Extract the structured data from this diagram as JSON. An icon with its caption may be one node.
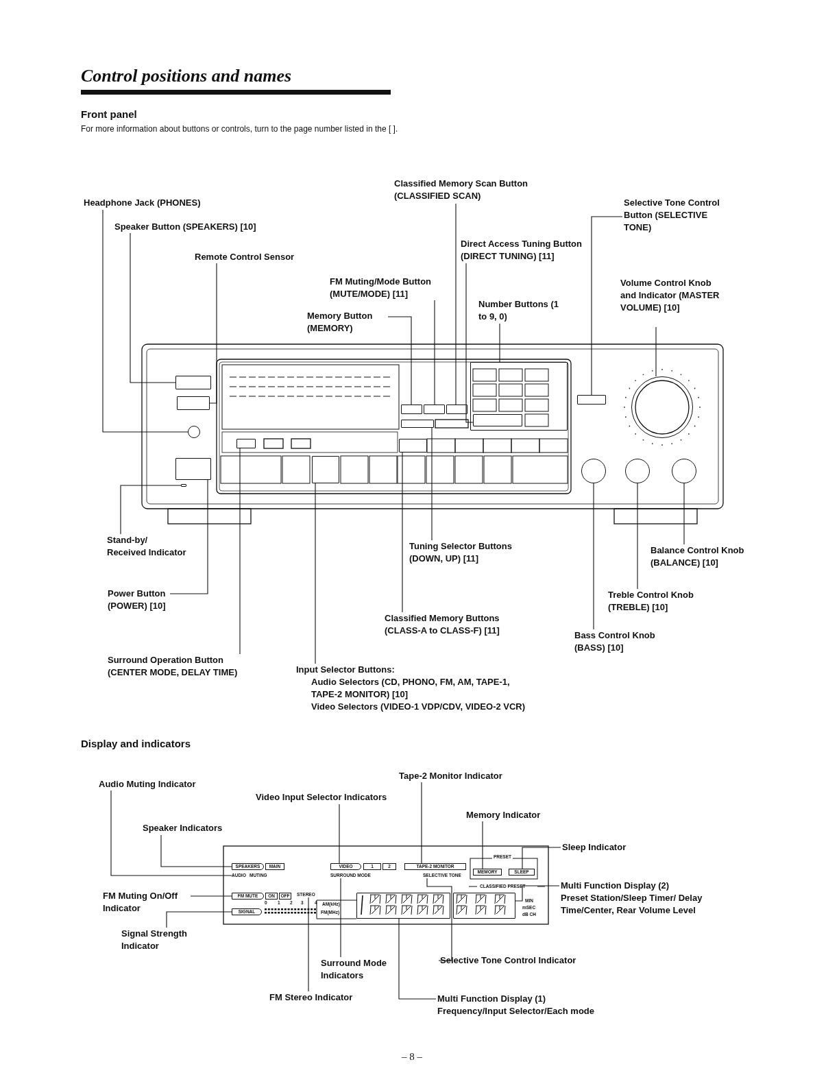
{
  "diagram": {
    "title": "Control positions and names",
    "nodes": [
      {
        "text": [
          "Classified Memory Scan Button (CLASSIFIED SCAN)"
        ]
      },
      {
        "text": [
          "Headphone Jack (PHONES)"
        ]
      },
      {
        "text": [
          "Selective Tone Control Button (SELECTIVE TONE)"
        ]
      },
      {
        "text": [
          "Speaker Button (SPEAKERS) [10]"
        ]
      },
      {
        "text": [
          "Direct Access Tuning Button (DIRECT TUNING) [11]"
        ]
      },
      {
        "text": [
          "Remote Control Sensor"
        ]
      },
      {
        "text": [
          "FM Muting/Mode Button (MUTE/MODE) [11]"
        ]
      },
      {
        "text": [
          "Volume Control Knob and Indicator (MASTER VOLUME) [10]"
        ]
      },
      {
        "text": [
          "Number Buttons (1 to 9, 0)"
        ]
      },
      {
        "text": [
          "Memory Button (MEMORY)"
        ]
      },
      {
        "text": [
          "Stand-by/ Received Indicator"
        ]
      },
      {
        "text": [
          "Tuning Selector Buttons (DOWN, UP) [11]"
        ]
      },
      {
        "text": [
          "Balance Control Knob (BALANCE) [10]"
        ]
      },
      {
        "text": [
          "Power Button (POWER) [10]"
        ]
      },
      {
        "text": [
          "Treble Control Knob (TREBLE) [10]"
        ]
      },
      {
        "text": [
          "Classified Memory Buttons (CLASS-A to CLASS-F) [11]"
        ]
      },
      {
        "text": [
          "Bass Control Knob (BASS) [10]"
        ]
      },
      {
        "text": [
          "Surround Operation Button (CENTER MODE, DELAY TIME)"
        ]
      },
      {
        "text": [
          "Input Selector Buttons:",
          "Audio Selectors (CD, PHONO, FM, AM, TAPE-1, TAPE-2 MONITOR) [10]",
          "Video Selectors (VIDEO-1 VDP/CDV, VIDEO-2 VCR)"
        ]
      },
      {
        "text": [
          "Tape-2 Monitor Indicator"
        ]
      },
      {
        "text": [
          "Audio Muting Indicator"
        ]
      },
      {
        "text": [
          "Video Input Selector Indicators"
        ]
      },
      {
        "text": [
          "Memory Indicator"
        ]
      },
      {
        "text": [
          "Speaker Indicators"
        ]
      },
      {
        "text": [
          "Sleep Indicator"
        ]
      },
      {
        "text": [
          "FM Muting On/Off Indicator"
        ]
      },
      {
        "text": [
          "Multi Function Display (2)",
          "Preset Station/Sleep Timer/ Delay Time/Center, Rear Volume Level"
        ]
      },
      {
        "text": [
          "Signal Strength Indicator"
        ]
      },
      {
        "text": [
          "Selective Tone Control Indicator"
        ]
      },
      {
        "text": [
          "Surround Mode Indicators"
        ]
      },
      {
        "text": [
          "FM Stereo Indicator"
        ]
      },
      {
        "text": [
          "Multi Function Display (1)",
          "Frequency/Input Selector/Each mode"
        ]
      },
      {
        "text": [],
        "shape": "box"
      },
      {
        "text": [],
        "shape": "circle"
      },
      {
        "text": [],
        "shape": "box"
      },
      {
        "text": [],
        "shape": "box"
      },
      {
        "text": [],
        "shape": "box"
      },
      {
        "text": [],
        "shape": "box"
      },
      {
        "text": [],
        "shape": "box"
      },
      {
        "text": [],
        "shape": "circle"
      },
      {
        "text": [],
        "shape": "box",
        "in": 36
      },
      {
        "text": [],
        "shape": "box"
      },
      {
        "text": [],
        "shape": "box"
      },
      {
        "text": [],
        "shape": "box"
      },
      {
        "text": [],
        "shape": "circle"
      },
      {
        "text": [],
        "shape": "box"
      },
      {
        "text": [],
        "shape": "circle"
      },
      {
        "text": [],
        "shape": "box"
      },
      {
        "text": [],
        "shape": "circle"
      },
      {
        "text": [],
        "shape": "box"
      },
      {
        "text": [],
        "shape": "box"
      },
      {
        "text": [
          "SPEAKERS"
        ]
      },
      {
        "text": [
          "VIDEO"
        ]
      },
      {
        "text": [
          "TAPE-2 MONITOR"
        ]
      },
      {
        "text": [
          "MEMORY"
        ]
      },
      {
        "text": [
          "SLEEP"
        ]
      },
      {
        "text": [
          "AUDIO"
        ],
        "beside": [
          "MUTING"
        ]
      },
      {
        "text": [
          "SURROUND MODE"
        ]
      },
      {
        "text": [
          "SELECTIVE TONE"
        ]
      },
      {
        "text": [],
        "shape": "box"
      },
      {
        "text": [],
        "shape": "box"
      },
      {
        "text": [
          "FM MUTE"
        ]
      },
      {
        "text": [
          "STEREO"
        ]
      },
      {
        "text": [
          "SIGNAL"
        ]
      }
    ],
    "edges": [
      {
        "from": 0,
        "to": 32,
        "arrow": "none"
      },
      {
        "from": 1,
        "to": 33,
        "arrow": "none"
      },
      {
        "from": 2,
        "to": 34,
        "arrow": "none"
      },
      {
        "from": 3,
        "to": 35,
        "arrow": "none"
      },
      {
        "from": 4,
        "to": 40,
        "arrow": "none"
      },
      {
        "from": 5,
        "to": 37,
        "arrow": "none"
      },
      {
        "from": 6,
        "to": 38,
        "arrow": "none"
      },
      {
        "from": 7,
        "to": 39,
        "arrow": "none"
      },
      {
        "from": 8,
        "to": 36,
        "arrow": "none"
      },
      {
        "from": 9,
        "to": 41,
        "arrow": "none"
      },
      {
        "from": 10,
        "to": 42,
        "arrow": "none"
      },
      {
        "from": 11,
        "to": 43,
        "arrow": "none"
      },
      {
        "from": 12,
        "to": 44,
        "arrow": "none"
      },
      {
        "from": 13,
        "to": 45,
        "arrow": "none"
      },
      {
        "from": 14,
        "to": 46,
        "arrow": "none"
      },
      {
        "from": 15,
        "to": 47,
        "arrow": "none"
      },
      {
        "from": 16,
        "to": 48,
        "arrow": "none"
      },
      {
        "from": 17,
        "to": 49,
        "arrow": "none"
      },
      {
        "from": 18,
        "to": 50,
        "arrow": "none"
      },
      {
        "from": 19,
        "to": 53,
        "arrow": "none"
      },
      {
        "from": 20,
        "to": 56,
        "arrow": "none"
      },
      {
        "from": 21,
        "to": 52,
        "arrow": "none"
      },
      {
        "from": 22,
        "to": 54,
        "arrow": "none"
      },
      {
        "from": 23,
        "to": 51,
        "arrow": "none"
      },
      {
        "from": 24,
        "to": 55,
        "arrow": "none"
      },
      {
        "from": 25,
        "to": 61,
        "arrow": "none"
      },
      {
        "from": 26,
        "to": 60,
        "arrow": "none"
      },
      {
        "from": 27,
        "to": 63,
        "arrow": "none"
      },
      {
        "from": 28,
        "to": 58,
        "arrow": "none"
      },
      {
        "from": 29,
        "to": 57,
        "arrow": "none"
      },
      {
        "from": 30,
        "to": 62,
        "arrow": "none"
      },
      {
        "from": 31,
        "to": 59,
        "arrow": "none"
      }
    ],
    "labels": [
      "Front panel",
      "For more information about buttons or controls, turn to the page number listed in the [     ].",
      "Display and indicators",
      "PRESET",
      "MAIN",
      "1",
      "2",
      "CLASSIFIED PRESET",
      "ON",
      "OFF",
      "0",
      "1",
      "2",
      "3",
      "4",
      "MIN",
      "AM(kHz)",
      "mSEC",
      "FM(MHz)",
      "dB CH",
      "– 8 –"
    ]
  }
}
